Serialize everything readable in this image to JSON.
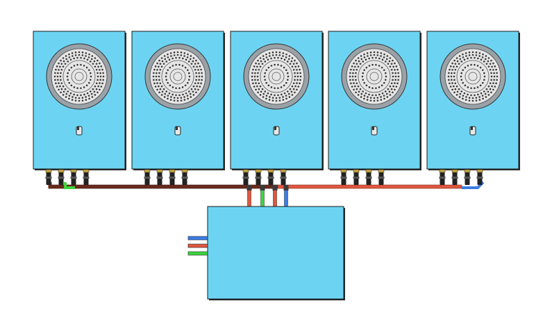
{
  "colors": {
    "unit_fill": "#6cd4f2",
    "unit_stroke": "#1a1a1a",
    "unit_shadow": "#2a2a2a",
    "fan_outer": "#9aa2a8",
    "fan_ring": "#e6e6e6",
    "fan_dots": "#3a3a3a",
    "pipe_brown": "#6b2a1e",
    "pipe_red": "#e0563e",
    "pipe_green": "#3fd43f",
    "pipe_blue": "#3b7de6",
    "pipe_dark": "#3a3a3a",
    "fitting": "#222222",
    "fitting_nut": "#c9a640"
  },
  "diagram": {
    "description_icons": [
      "outdoor-unit-icon",
      "fan-grille-icon",
      "pipe-fitting-icon",
      "distribution-box-icon"
    ],
    "units": [
      {
        "name": "outdoor-unit-1"
      },
      {
        "name": "outdoor-unit-2"
      },
      {
        "name": "outdoor-unit-3"
      },
      {
        "name": "outdoor-unit-4"
      },
      {
        "name": "outdoor-unit-5"
      }
    ],
    "box_inlets": [
      "blue",
      "red",
      "green"
    ]
  }
}
